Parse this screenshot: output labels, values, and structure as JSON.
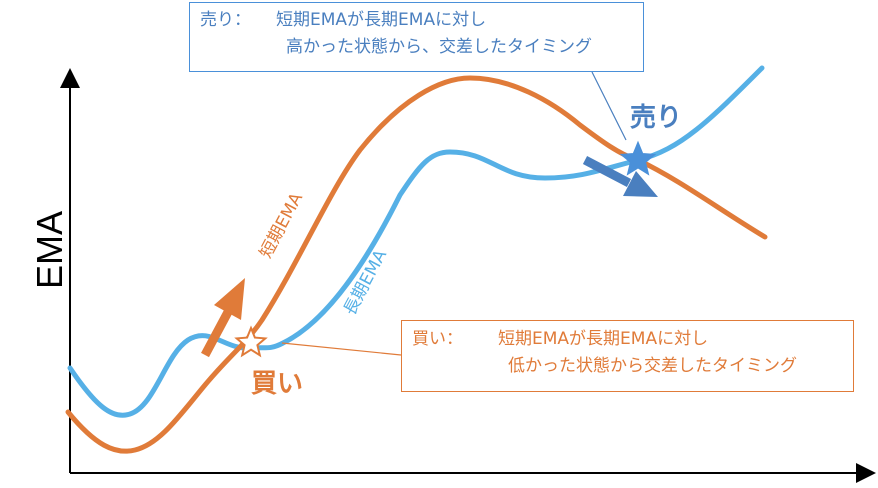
{
  "axis": {
    "y_label": "EMA"
  },
  "series": {
    "short": {
      "label": "短期EMA",
      "color": "#e07b39"
    },
    "long": {
      "label": "長期EMA",
      "color": "#56b0e6"
    }
  },
  "markers": {
    "sell": {
      "label": "売り",
      "color": "#4a7fbf"
    },
    "buy": {
      "label": "買い",
      "color": "#e07b39"
    }
  },
  "callouts": {
    "sell": {
      "key": "売り：",
      "line1": "短期EMAが長期EMAに対し",
      "line2": "高かった状態から、交差したタイミング"
    },
    "buy": {
      "key": "買い：",
      "line1": "短期EMAが長期EMAに対し",
      "line2": "低かった状態から交差したタイミング"
    }
  }
}
